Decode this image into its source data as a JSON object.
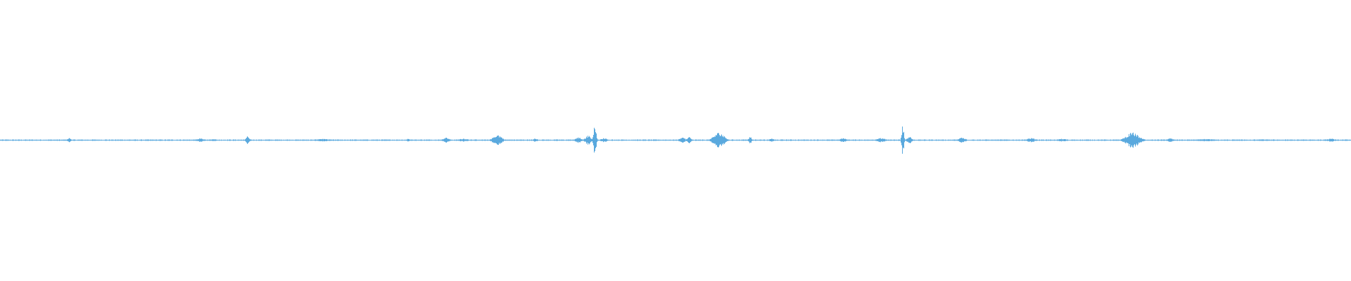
{
  "waveform": {
    "color": "#5aa9de",
    "background": "#ffffff",
    "peak_scale": 1.0,
    "bursts": [
      {
        "pos": 0.051,
        "amp": 0.02,
        "width": 0.0015
      },
      {
        "pos": 0.148,
        "amp": 0.012,
        "width": 0.004
      },
      {
        "pos": 0.158,
        "amp": 0.01,
        "width": 0.002
      },
      {
        "pos": 0.183,
        "amp": 0.03,
        "width": 0.0015
      },
      {
        "pos": 0.238,
        "amp": 0.01,
        "width": 0.006
      },
      {
        "pos": 0.302,
        "amp": 0.01,
        "width": 0.002
      },
      {
        "pos": 0.33,
        "amp": 0.018,
        "width": 0.003
      },
      {
        "pos": 0.343,
        "amp": 0.012,
        "width": 0.004
      },
      {
        "pos": 0.368,
        "amp": 0.04,
        "width": 0.004
      },
      {
        "pos": 0.396,
        "amp": 0.012,
        "width": 0.002
      },
      {
        "pos": 0.428,
        "amp": 0.02,
        "width": 0.003
      },
      {
        "pos": 0.435,
        "amp": 0.035,
        "width": 0.0025
      },
      {
        "pos": 0.44,
        "amp": 0.12,
        "width": 0.0012
      },
      {
        "pos": 0.447,
        "amp": 0.015,
        "width": 0.003
      },
      {
        "pos": 0.505,
        "amp": 0.018,
        "width": 0.003
      },
      {
        "pos": 0.51,
        "amp": 0.025,
        "width": 0.0015
      },
      {
        "pos": 0.532,
        "amp": 0.055,
        "width": 0.005
      },
      {
        "pos": 0.555,
        "amp": 0.025,
        "width": 0.0015
      },
      {
        "pos": 0.571,
        "amp": 0.012,
        "width": 0.002
      },
      {
        "pos": 0.624,
        "amp": 0.015,
        "width": 0.003
      },
      {
        "pos": 0.652,
        "amp": 0.015,
        "width": 0.004
      },
      {
        "pos": 0.668,
        "amp": 0.11,
        "width": 0.001
      },
      {
        "pos": 0.673,
        "amp": 0.03,
        "width": 0.002
      },
      {
        "pos": 0.712,
        "amp": 0.02,
        "width": 0.003
      },
      {
        "pos": 0.763,
        "amp": 0.015,
        "width": 0.004
      },
      {
        "pos": 0.786,
        "amp": 0.01,
        "width": 0.004
      },
      {
        "pos": 0.838,
        "amp": 0.055,
        "width": 0.006
      },
      {
        "pos": 0.866,
        "amp": 0.012,
        "width": 0.003
      },
      {
        "pos": 0.892,
        "amp": 0.008,
        "width": 0.01
      },
      {
        "pos": 0.935,
        "amp": 0.006,
        "width": 0.006
      },
      {
        "pos": 0.985,
        "amp": 0.012,
        "width": 0.004
      }
    ]
  }
}
